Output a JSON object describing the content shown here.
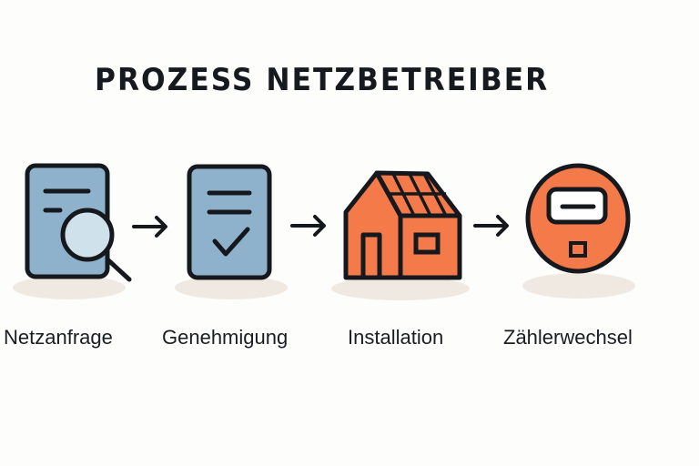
{
  "title": "PROZESS NETZBETREIBER",
  "colors": {
    "document_blue": "#8fb2cc",
    "lens_light": "#cfe1ea",
    "accent_orange": "#f47a4a",
    "outline": "#15191d",
    "shadow": "#efe9e1",
    "background": "#fdfdfc"
  },
  "steps": [
    {
      "label": "Netzanfrage",
      "icon": "document-search-icon"
    },
    {
      "label": "Genehmigung",
      "icon": "document-check-icon"
    },
    {
      "label": "Installation",
      "icon": "house-solar-icon"
    },
    {
      "label": "Zählerwechsel",
      "icon": "meter-icon"
    }
  ],
  "connectors": [
    "arrow-right-icon",
    "arrow-right-icon",
    "arrow-right-icon"
  ]
}
